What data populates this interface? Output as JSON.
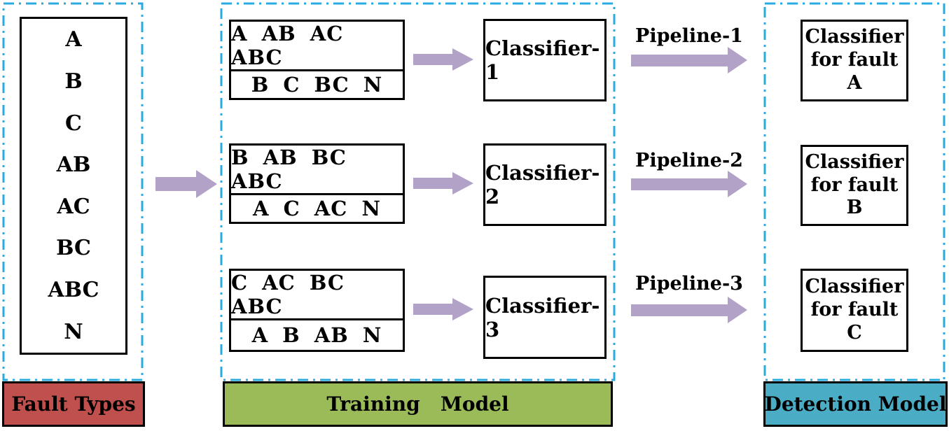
{
  "colors": {
    "dashed_border": "#29ABE2",
    "arrow": "#B3A2C7",
    "fault_label_bg": "#C0504D",
    "training_label_bg": "#9BBB59",
    "detection_label_bg": "#4BACC6"
  },
  "fault_types": {
    "items": [
      "A",
      "B",
      "C",
      "AB",
      "AC",
      "BC",
      "ABC",
      "N"
    ],
    "label": "Fault Types"
  },
  "training": {
    "label": "Training   Model",
    "groups": [
      {
        "top": "A AB AC ABC",
        "bottom": "B C BC N",
        "classifier": "Classifier-1",
        "pipeline": "Pipeline-1"
      },
      {
        "top": "B AB BC ABC",
        "bottom": "A C AC N",
        "classifier": "Classifier-2",
        "pipeline": "Pipeline-2"
      },
      {
        "top": "C AC BC ABC",
        "bottom": "A B AB N",
        "classifier": "Classifier-3",
        "pipeline": "Pipeline-3"
      }
    ]
  },
  "detection": {
    "label": "Detection Model",
    "outputs": [
      "Classifier\nfor fault\nA",
      "Classifier\nfor fault\nB",
      "Classifier\nfor fault\nC"
    ]
  }
}
